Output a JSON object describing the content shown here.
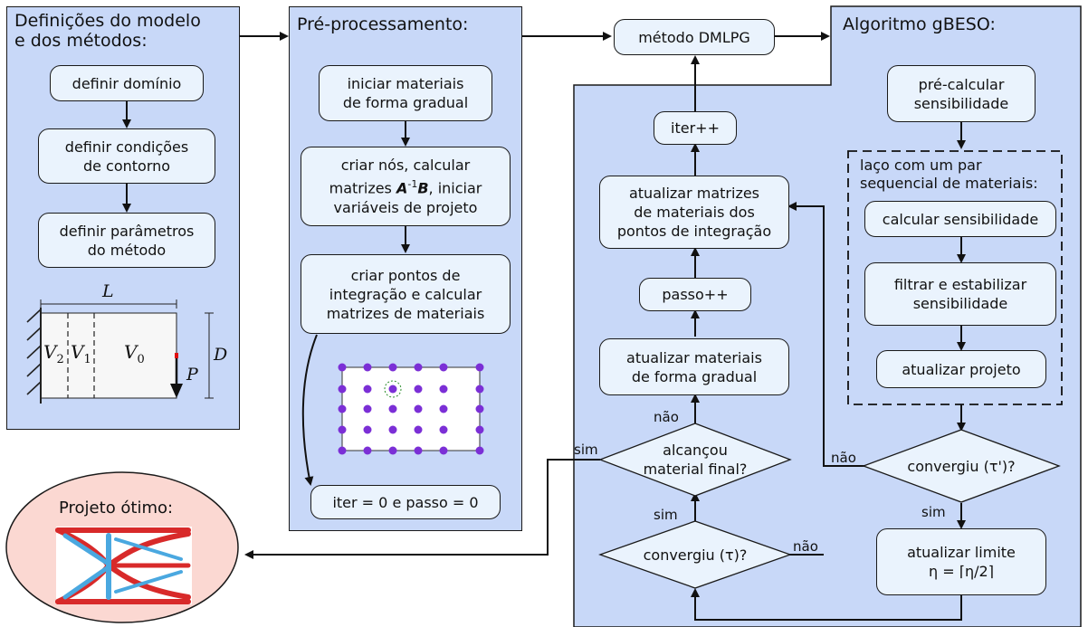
{
  "panels": {
    "model": "Definições do modelo\ne dos métodos:",
    "pre": "Pré-processamento:",
    "algo": "Algoritmo gBESO:"
  },
  "model_steps": [
    "definir domínio",
    "definir condições\nde contorno",
    "definir parâmetros\ndo método"
  ],
  "domain_figure": {
    "L": "L",
    "D": "D",
    "P": "P",
    "V2": "V",
    "V2_sub": "2",
    "V1": "V",
    "V1_sub": "1",
    "V0": "V",
    "V0_sub": "0"
  },
  "pre_steps": {
    "s1": "iniciar materiais\nde forma gradual",
    "s2_line1": "criar nós, calcular",
    "s2_line2_a": "matrizes ",
    "s2_line2_A": "A",
    "s2_line2_sup": "-1",
    "s2_line2_B": "B",
    "s2_line2_b": ", iniciar",
    "s2_line3": "variáveis de projeto",
    "s3": "criar pontos de\nintegração e calcular\nmatrizes de materiais",
    "s4": "iter = 0  e  passo = 0"
  },
  "dmlpg": "método DMLPG",
  "left_column": {
    "iter": "iter++",
    "update_matrices": "atualizar matrizes\nde materiais dos\npontos de integração",
    "passo": "passo++",
    "update_materials": "atualizar materiais\nde forma gradual",
    "reached_final": "alcançou\nmaterial final?",
    "converged_tau": "convergiu (τ)?"
  },
  "right_column": {
    "precalc": "pré-calcular\nsensibilidade",
    "loop_label": "laço com um par\nsequencial de materiais:",
    "calc_sens": "calcular sensibilidade",
    "filter": "filtrar e estabilizar\nsensibilidade",
    "update_design": "atualizar projeto",
    "converged_tau_prime": "convergiu (τ')?",
    "update_limit": "atualizar limite\nη = ⌈η/2⌉"
  },
  "edge_labels": {
    "nao": "não",
    "sim": "sim"
  },
  "optimal": "Projeto ótimo:",
  "colors": {
    "panel": "#c8d8f8",
    "box": "#eaf3fd",
    "ellipse": "#fbd8d2",
    "node": "#7b2fd6",
    "design_red": "#d82a2a",
    "design_blue": "#4aa8e0"
  }
}
